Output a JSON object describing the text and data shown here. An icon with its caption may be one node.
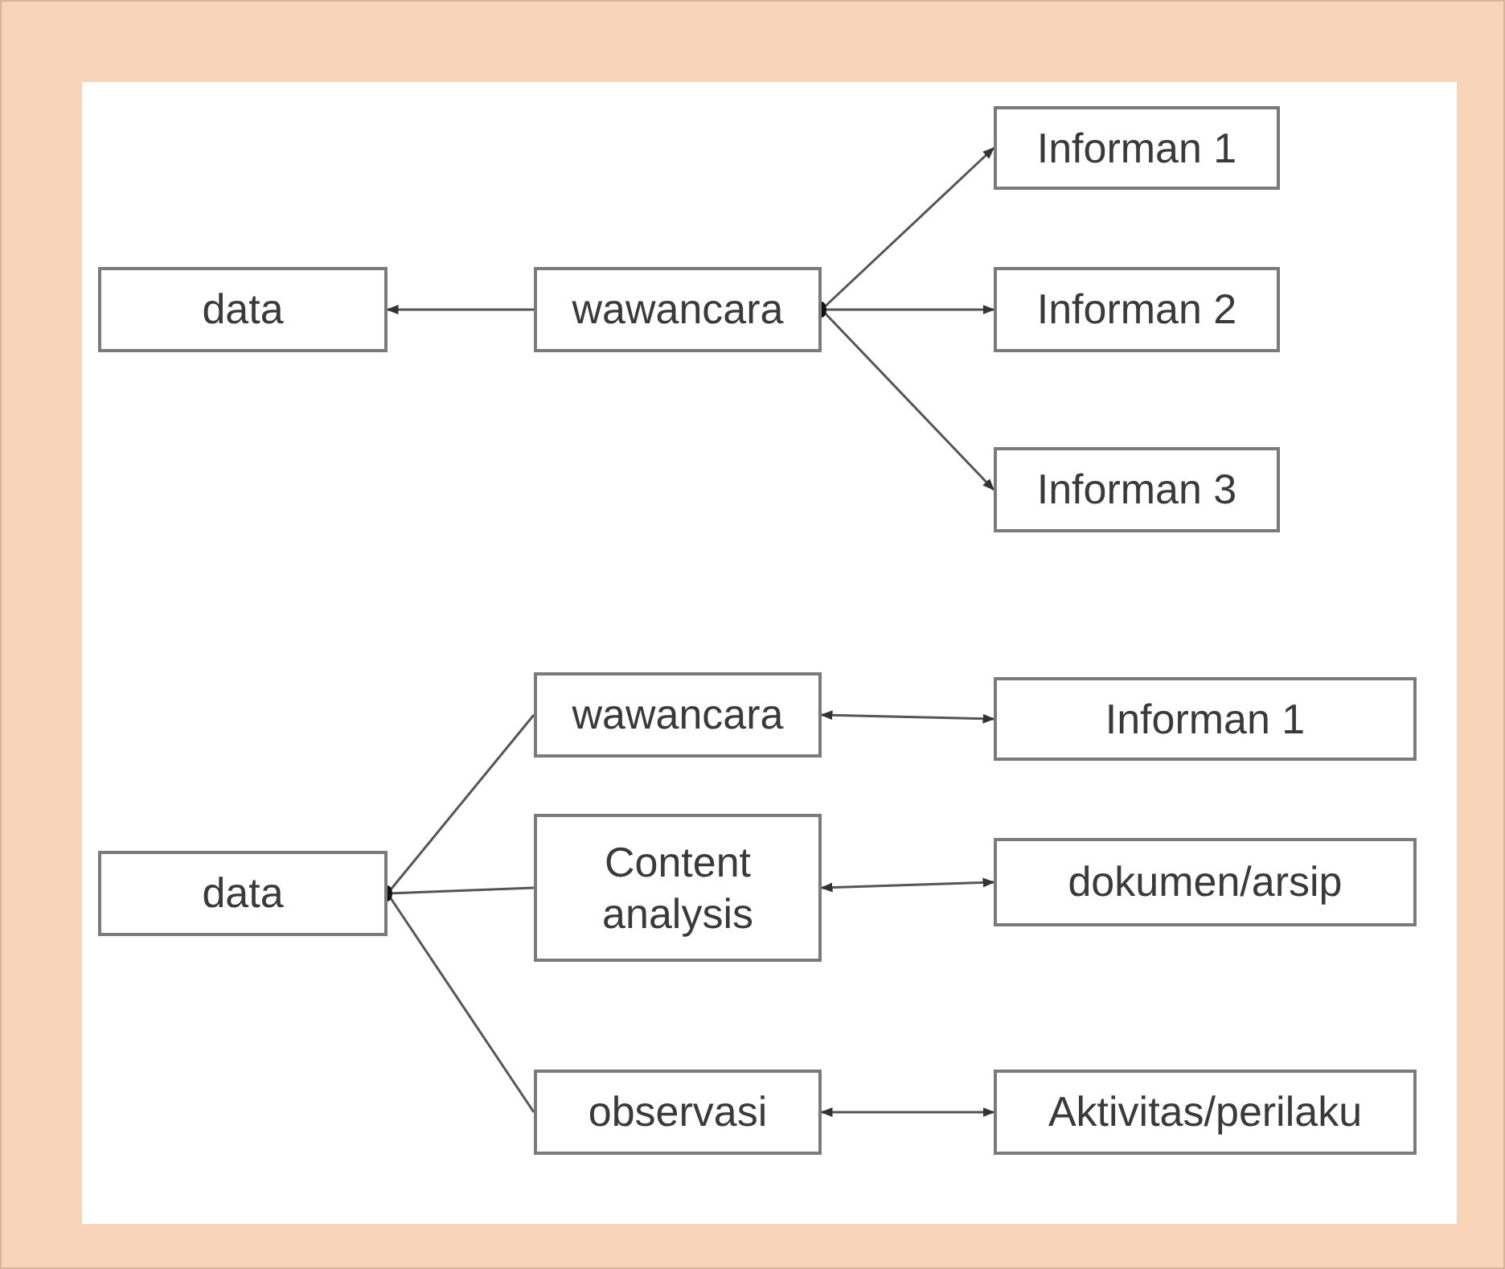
{
  "diagram": {
    "nodes": [
      {
        "text": [
          "data"
        ]
      },
      {
        "text": [
          "wawancara"
        ]
      },
      {
        "text": [
          "Informan 1"
        ]
      },
      {
        "text": [
          "Informan 2"
        ]
      },
      {
        "text": [
          "Informan 3"
        ]
      },
      {
        "text": [
          "data"
        ]
      },
      {
        "text": [
          "wawancara"
        ]
      },
      {
        "text": [
          "Content analysis"
        ]
      },
      {
        "text": [
          "observasi"
        ]
      },
      {
        "text": [
          "Informan 1"
        ]
      },
      {
        "text": [
          "dokumen/arsip"
        ]
      },
      {
        "text": [
          "Aktivitas/perilaku"
        ]
      }
    ],
    "edges": [
      {
        "from": 1,
        "to": 0,
        "arrow": "to"
      },
      {
        "from": 1,
        "to": 2,
        "arrow": "to"
      },
      {
        "from": 1,
        "to": 3,
        "arrow": "to"
      },
      {
        "from": 1,
        "to": 4,
        "arrow": "to"
      },
      {
        "from": 5,
        "to": 6,
        "arrow": "none"
      },
      {
        "from": 5,
        "to": 7,
        "arrow": "none"
      },
      {
        "from": 5,
        "to": 8,
        "arrow": "none"
      },
      {
        "from": 6,
        "to": 9,
        "arrow": "both"
      },
      {
        "from": 7,
        "to": 10,
        "arrow": "both"
      },
      {
        "from": 8,
        "to": 11,
        "arrow": "both"
      }
    ]
  }
}
